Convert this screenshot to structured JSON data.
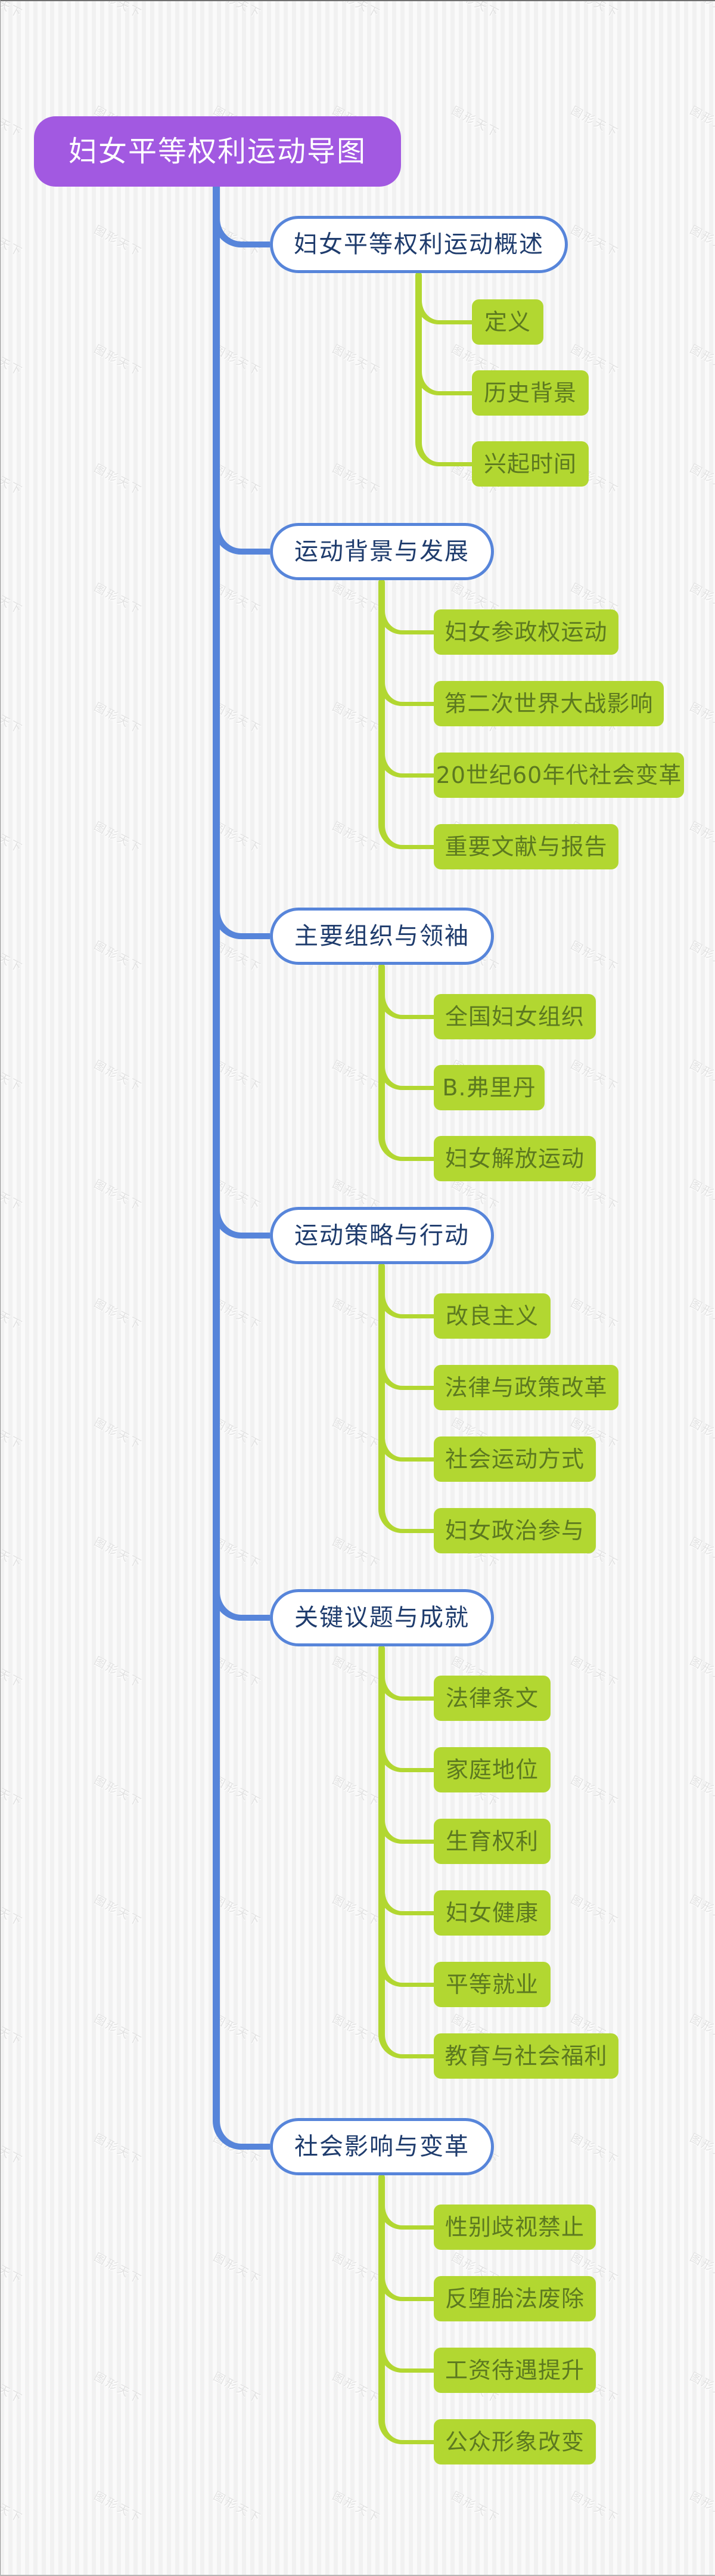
{
  "meta": {
    "title": "妇女平等权利运动导图"
  },
  "root": {
    "label": "妇女平等权利运动导图"
  },
  "branches": [
    {
      "label": "妇女平等权利运动概述",
      "leaves": [
        "定义",
        "历史背景",
        "兴起时间"
      ]
    },
    {
      "label": "运动背景与发展",
      "leaves": [
        "妇女参政权运动",
        "第二次世界大战影响",
        "20世纪60年代社会变革",
        "重要文献与报告"
      ]
    },
    {
      "label": "主要组织与领袖",
      "leaves": [
        "全国妇女组织",
        "B.弗里丹",
        "妇女解放运动"
      ]
    },
    {
      "label": "运动策略与行动",
      "leaves": [
        "改良主义",
        "法律与政策改革",
        "社会运动方式",
        "妇女政治参与"
      ]
    },
    {
      "label": "关键议题与成就",
      "leaves": [
        "法律条文",
        "家庭地位",
        "生育权利",
        "妇女健康",
        "平等就业",
        "教育与社会福利"
      ]
    },
    {
      "label": "社会影响与变革",
      "leaves": [
        "性别歧视禁止",
        "反堕胎法废除",
        "工资待遇提升",
        "公众形象改变"
      ]
    }
  ],
  "colors": {
    "root_fill": "#a259e1",
    "branch_border": "#5785da",
    "branch_text": "#1f3c6d",
    "leaf_fill": "#b2d731",
    "leaf_text": "#5c7920",
    "connector_blue": "#5785da",
    "connector_green": "#b2d731",
    "wm_color": "#e2e2e2"
  },
  "watermark": {
    "text": "图形天下"
  }
}
